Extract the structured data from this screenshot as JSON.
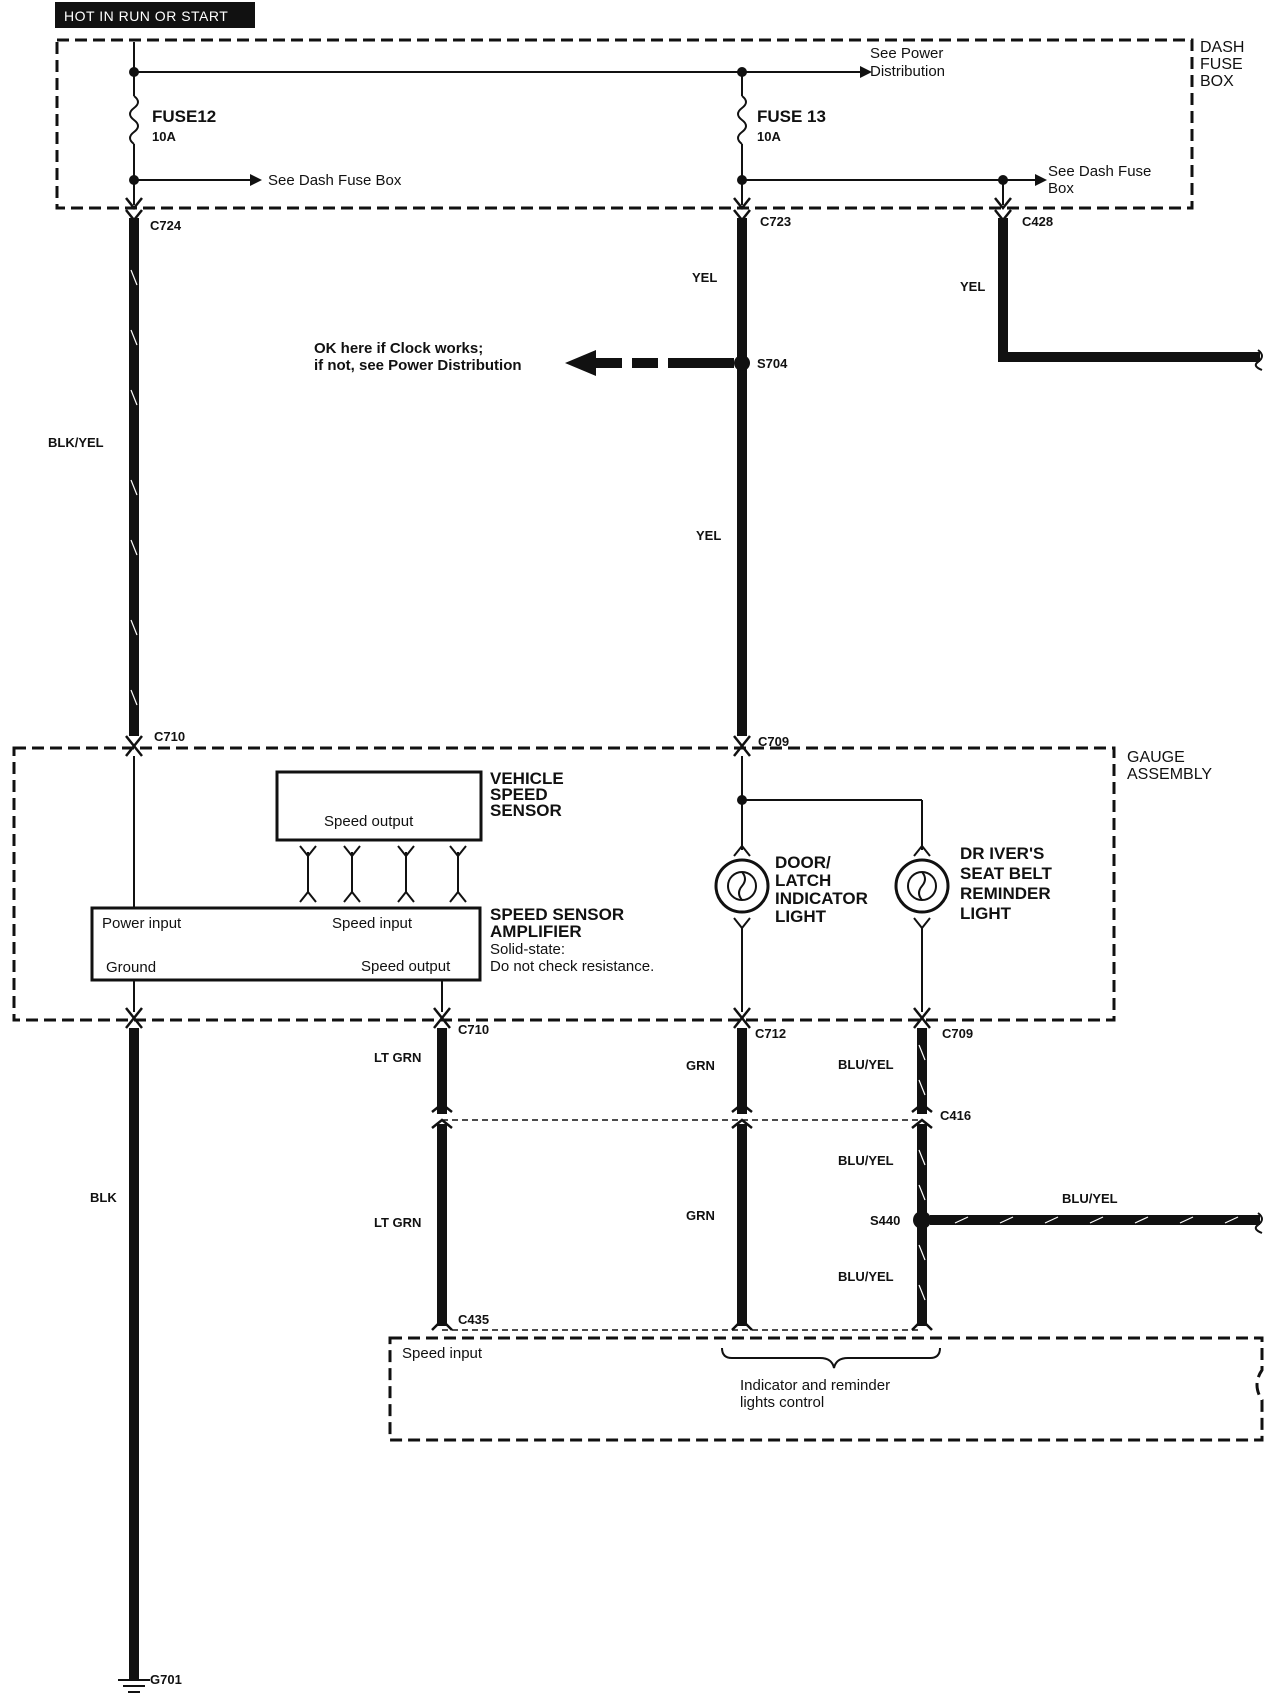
{
  "header": {
    "title": "HOT IN RUN OR START"
  },
  "dash_fuse_box": {
    "label_lines": [
      "DASH",
      "FUSE",
      "BOX"
    ],
    "see_power_lines": [
      "See Power",
      "Distribution"
    ],
    "fuse12": {
      "name": "FUSE12",
      "rating": "10A"
    },
    "fuse13": {
      "name": "FUSE 13",
      "rating": "10A"
    },
    "see_dash_fuse_box": "See Dash Fuse Box",
    "see_dash_fuse_box2_lines": [
      "See Dash Fuse",
      "Box"
    ]
  },
  "connectors": {
    "c724": "C724",
    "c723": "C723",
    "c428": "C428",
    "c710_top": "C710",
    "c709_top": "C709",
    "c710_bottom": "C710",
    "c712": "C712",
    "c709_bottom": "C709",
    "c416": "C416",
    "c435": "C435",
    "s704": "S704",
    "s440": "S440",
    "g701": "G701"
  },
  "wires": {
    "blk_yel": "BLK/YEL",
    "yel_1": "YEL",
    "yel_2": "YEL",
    "yel_3": "YEL",
    "lt_grn_1": "LT GRN",
    "lt_grn_2": "LT GRN",
    "grn_1": "GRN",
    "grn_2": "GRN",
    "blu_yel_1": "BLU/YEL",
    "blu_yel_2": "BLU/YEL",
    "blu_yel_3": "BLU/YEL",
    "blu_yel_4": "BLU/YEL",
    "blk": "BLK"
  },
  "clock_note_lines": [
    "OK here if Clock works;",
    "if not, see Power Distribution"
  ],
  "gauge_assembly": {
    "label_lines": [
      "GAUGE",
      "ASSEMBLY"
    ],
    "vss": {
      "label_lines": [
        "VEHICLE",
        "SPEED",
        "SENSOR"
      ],
      "output": "Speed output"
    },
    "amp": {
      "label_lines": [
        "SPEED SENSOR",
        "AMPLIFIER"
      ],
      "note_lines": [
        "Solid-state:",
        "Do not check resistance."
      ],
      "power_input": "Power input",
      "speed_input": "Speed input",
      "ground": "Ground",
      "speed_output": "Speed output"
    },
    "door_light_lines": [
      "DOOR/",
      "LATCH",
      "INDICATOR",
      "LIGHT"
    ],
    "seatbelt_light_lines": [
      "DR IVER'S",
      "SEAT BELT",
      "REMINDER",
      "LIGHT"
    ]
  },
  "bottom_unit": {
    "speed_input": "Speed input",
    "control_lines": [
      "Indicator and reminder",
      "lights control"
    ]
  }
}
